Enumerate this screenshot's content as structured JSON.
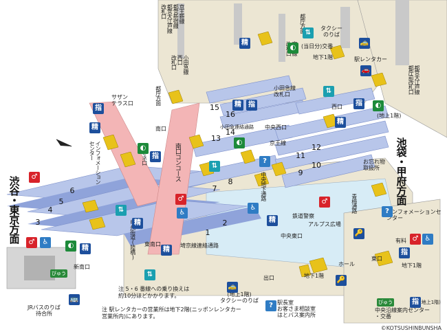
{
  "labels": {
    "top_lines": "京王新線\n都営新宿線\n都営大江戸線\n改札口",
    "tocho_dir": "都庁方面",
    "taxi_top": "タクシー\nのりば",
    "keio_gate": "京王線\n改札口",
    "koban": "(当日分)交番",
    "b1_top": "地下1階",
    "rental_car": "駅レンタカー",
    "oedo_right": "都営大江戸線\n都庁前改札口",
    "odakyu_gate": "小田急線\n改札口",
    "odakyu_west": "小田急線\n西口\n改札口",
    "tocho_dir2": "都庁方面",
    "southern_terrace": "サザン\nテラス口",
    "south_exit": "南口",
    "odakyu_conn": "小田急連絡通路",
    "chuo_west": "中央西口",
    "keio_line": "京王線",
    "west_exit": "西口",
    "b1_right": "(地上1階)",
    "ikebukuro": "池袋・甲府方面",
    "lost_found": "お忘れ物\n取扱所",
    "info_center_left": "インフォメーション\nセンター",
    "lumine": "ルミネ口",
    "south_concourse": "南口コンコース",
    "central_underground": "中央地下通路",
    "aoume": "青梅通路",
    "shibuya": "渋谷・東京方面",
    "police": "鉄道警察",
    "alps": "アルプス広場",
    "info_center_right": "インフォメーションセンター",
    "koshu": "甲州街道(陸橋)",
    "new_south": "新南口",
    "east_south": "東南口",
    "saikyo": "埼京線連絡通路",
    "chuo_east": "中央東口",
    "yuryo": "有料",
    "hall": "ホール",
    "b1_mid": "地下1階",
    "exit_west": "出口",
    "east_exit": "東口",
    "b1_east": "地下1階",
    "jr_bus": "JRバスのりば\n待合所",
    "taxi_bottom": "(地上1階)\nタクシーのりば",
    "station_master": "駅長室\nお客さま相談室\nはとバス案内所",
    "chuo_info": "中央沿線案内センター\n・交番",
    "b1_bottom_right": "(地上1階)",
    "note1": "注 5・6 番線への乗り換えは\n約10分ほどかかります。",
    "note2": "注 駅レンタカーの営業所は地下2階(ニッポンレンタカー\n営業所内)にあります。",
    "copyright": "©KOTSUSHINBUNSHA",
    "icon_shitei": "指",
    "icon_sei": "精",
    "suica_sign": "びゅう"
  },
  "platforms": [
    "1",
    "2",
    "3",
    "4",
    "5",
    "6",
    "7",
    "8",
    "9",
    "10",
    "11",
    "12",
    "13",
    "14",
    "15",
    "16"
  ],
  "colors": {
    "platform_blue": "#b8c6ea",
    "track_blue": "#8fa3da",
    "concourse_pink": "#f3b5b6",
    "floor_beige": "#ece6d3",
    "wall_gray": "#c9c9c9",
    "concourse_lightblue": "#d7ecf6",
    "stair_yellow": "#e8c21a"
  }
}
